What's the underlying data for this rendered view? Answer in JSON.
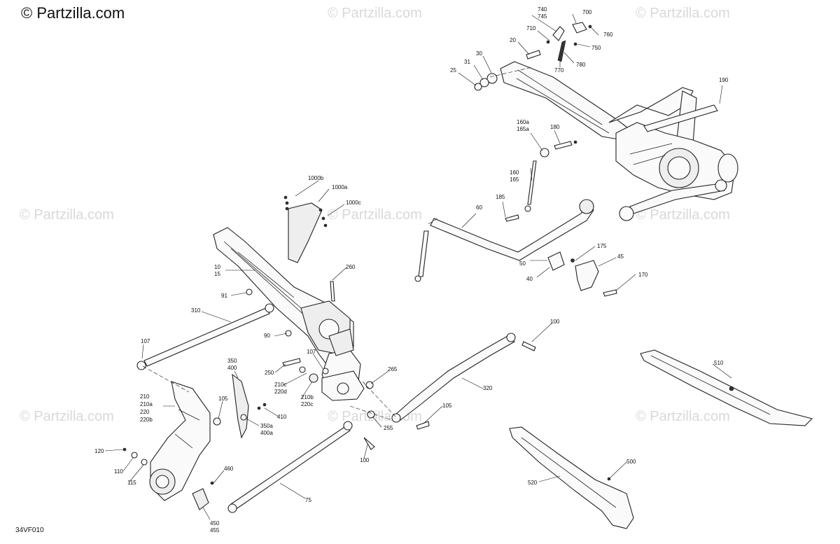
{
  "brand": "© Partzilla.com",
  "watermark": "© Partzilla.com",
  "diagram_code": "34VF010",
  "labels": {
    "l740": "740",
    "l745": "745",
    "l700": "700",
    "l760": "760",
    "l710": "710",
    "l20": "20",
    "l750": "750",
    "l30": "30",
    "l770": "770",
    "l780": "780",
    "l31": "31",
    "l25": "25",
    "l190": "190",
    "l160a": "160a",
    "l165a": "165a",
    "l180": "180",
    "l160": "160",
    "l165": "165",
    "l1000b": "1000b",
    "l1000a": "1000a",
    "l1000c": "1000c",
    "l185": "185",
    "l60": "60",
    "l175": "175",
    "l45": "45",
    "l50": "50",
    "l40": "40",
    "l170": "170",
    "l10": "10",
    "l15": "15",
    "l260": "260",
    "l91": "91",
    "l310": "310",
    "l90": "90",
    "l100a": "100",
    "l107a": "107",
    "l107b": "107",
    "l510": "510",
    "l350": "350",
    "l400": "400",
    "l250": "250",
    "l265": "265",
    "l210c": "210c",
    "l220d": "220d",
    "l320": "320",
    "l210": "210",
    "l210a": "210a",
    "l220": "220",
    "l220b": "220b",
    "l105a": "105",
    "l210b": "210b",
    "l220c": "220c",
    "l410": "410",
    "l350a": "350a",
    "l400a": "400a",
    "l105b": "105",
    "l255": "255",
    "l120": "120",
    "l100b": "100",
    "l500": "500",
    "l110": "110",
    "l460": "460",
    "l115": "115",
    "l520": "520",
    "l75": "75",
    "l450": "450",
    "l455": "455"
  }
}
